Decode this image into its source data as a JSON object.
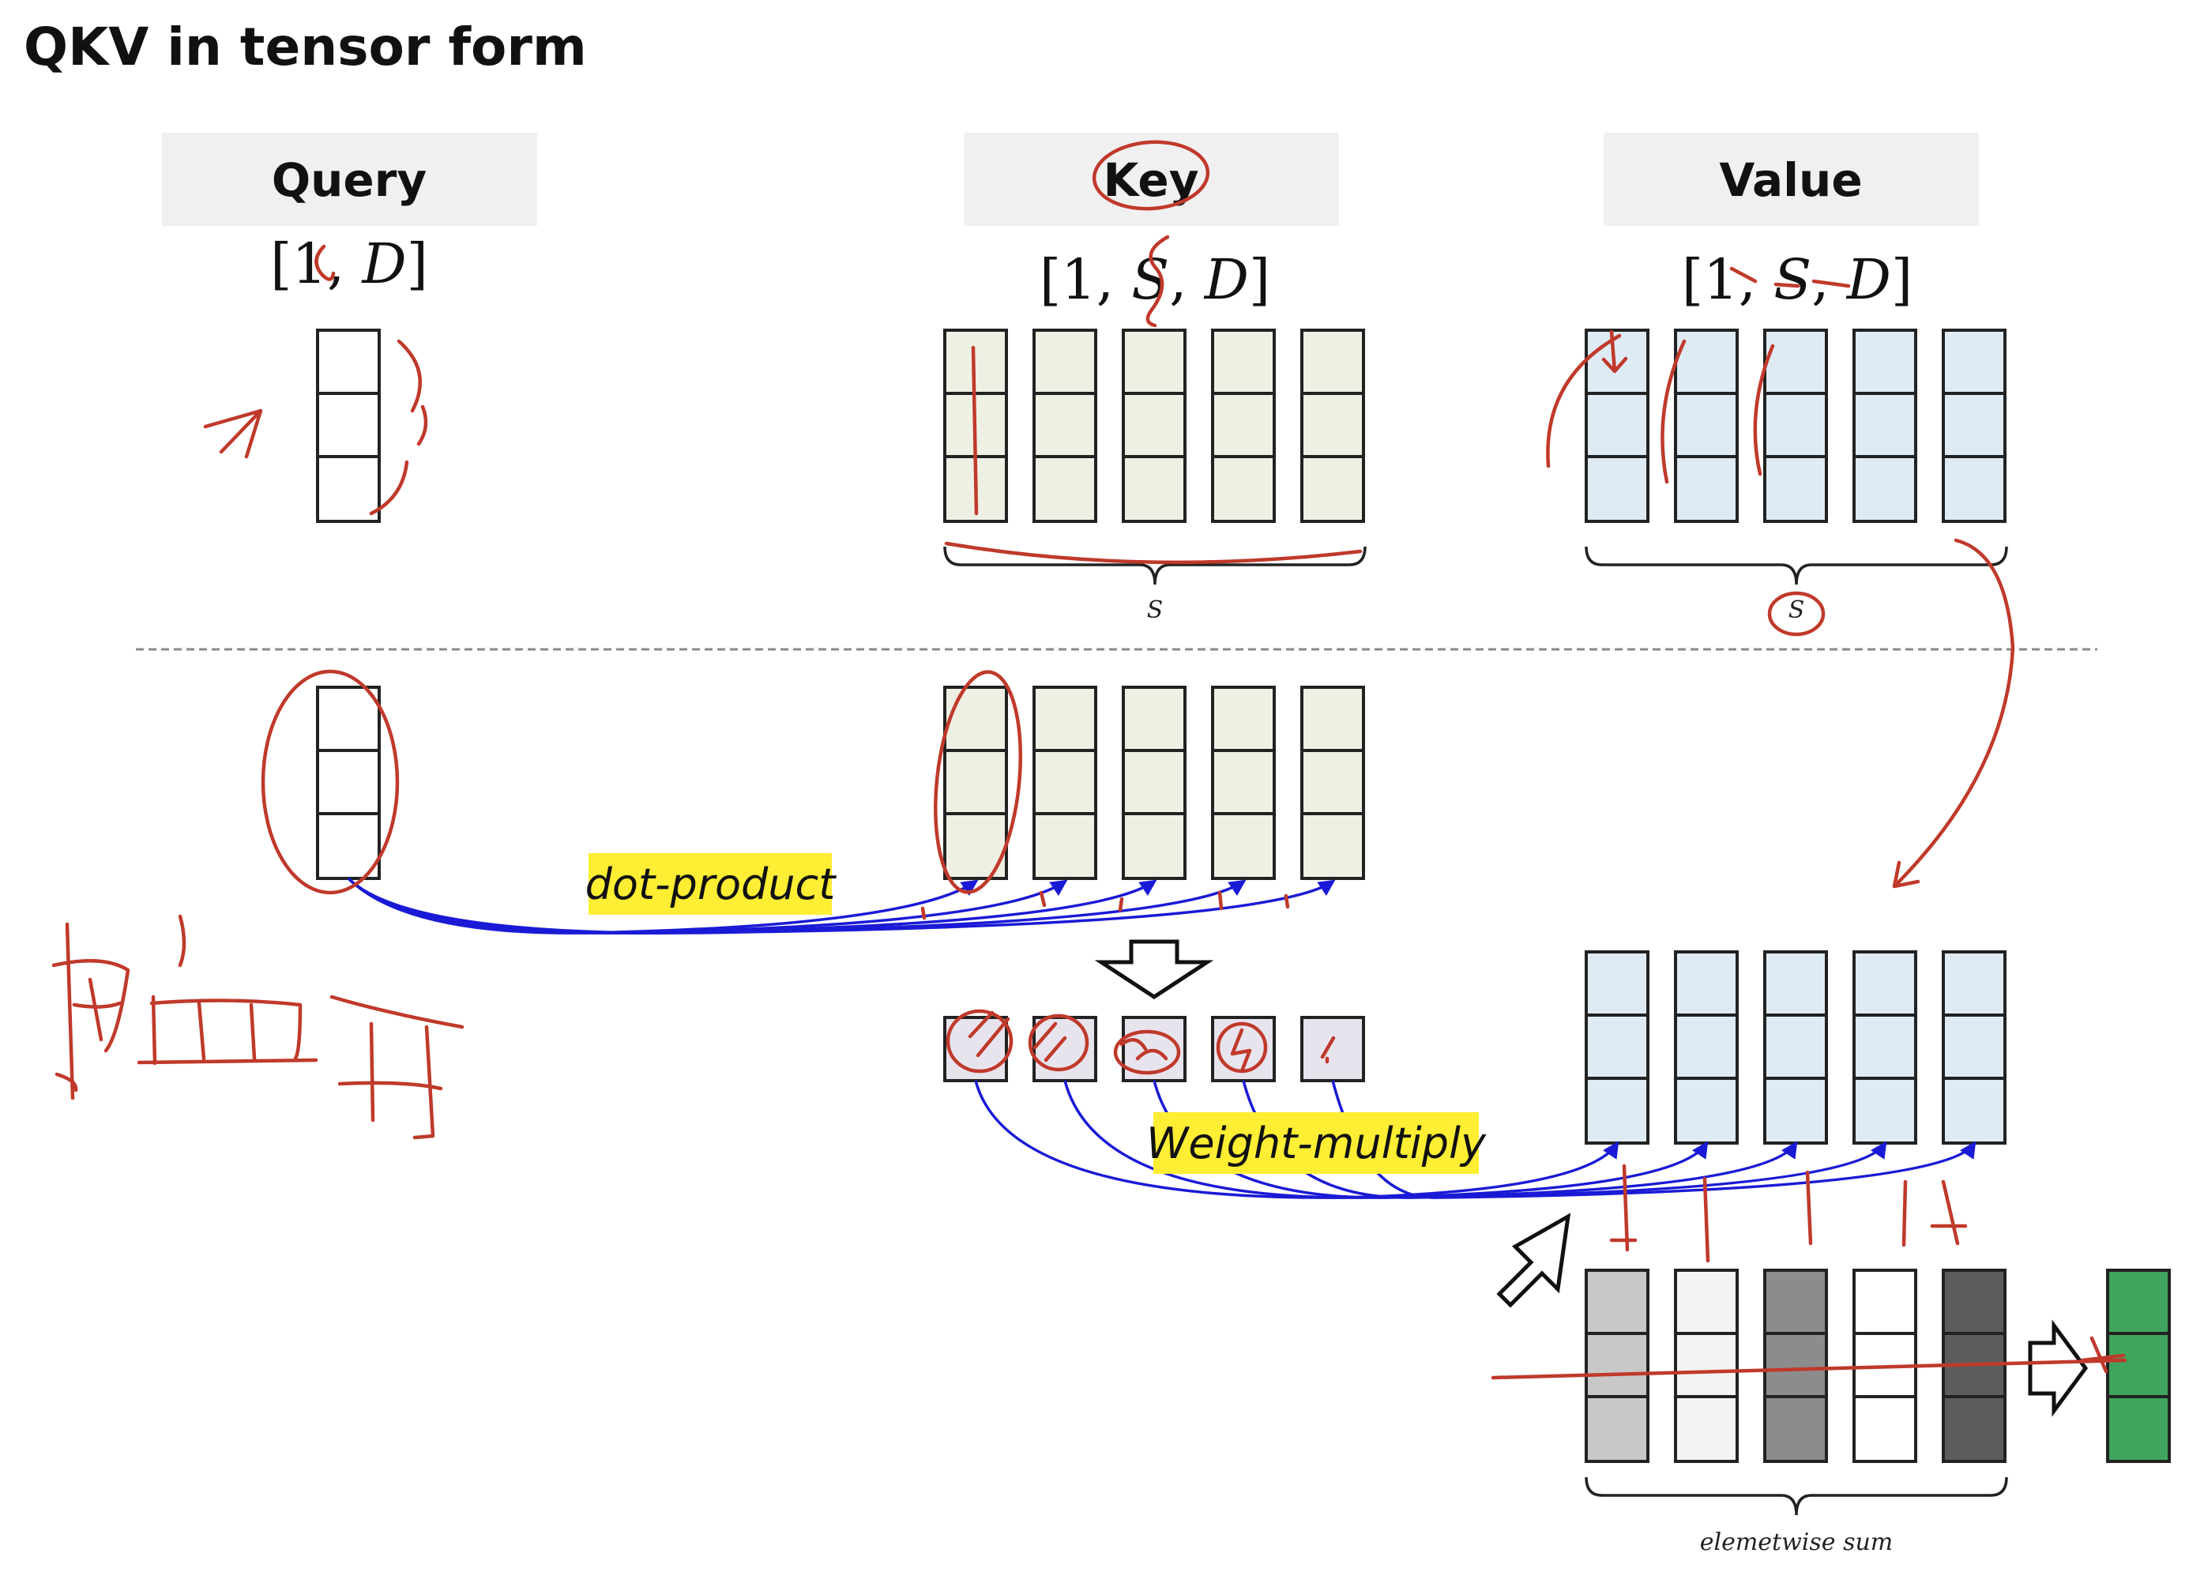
{
  "title": "QKV in tensor form",
  "headers": {
    "query": "Query",
    "key": "Key",
    "value": "Value"
  },
  "shapes": {
    "query": [
      "[",
      "1",
      ", ",
      "D",
      "]"
    ],
    "key": [
      "[",
      "1",
      ", ",
      "S",
      ", ",
      "D",
      "]"
    ],
    "value": [
      "[",
      "1",
      ", ",
      "S",
      ", ",
      "D",
      "]"
    ]
  },
  "labels": {
    "key_brace": "S",
    "value_brace": "S",
    "dot_product": "dot-product",
    "weight_multiply": "Weight-multiply",
    "elementwise_sum": "elemetwise sum"
  },
  "colors": {
    "header_bg": "#f0f0f0",
    "key_fill": "#eff0e4",
    "value_fill": "#deebf4",
    "score_fill": "#e8e4ee",
    "highlight": "#ffee33",
    "arrow_blue": "#1a1ad6",
    "annotation_red": "#c0392b",
    "result_green": "#3fa55e",
    "weighted_gray": [
      "#c8c8c8",
      "#f3f3f3",
      "#8c8c8c",
      "#ffffff",
      "#5c5c5c"
    ]
  }
}
